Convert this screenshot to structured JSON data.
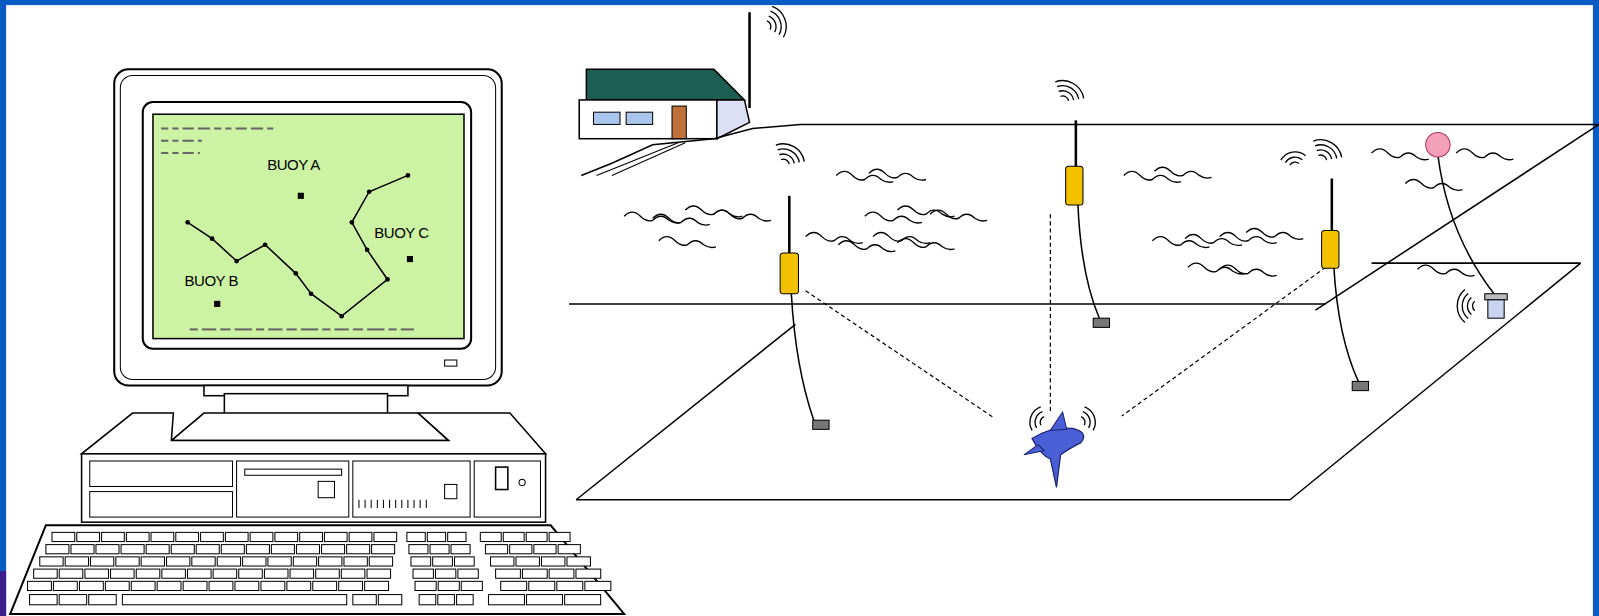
{
  "diagram": {
    "labels": [
      "BUOY A",
      "BUOY C",
      "BUOY B"
    ]
  }
}
